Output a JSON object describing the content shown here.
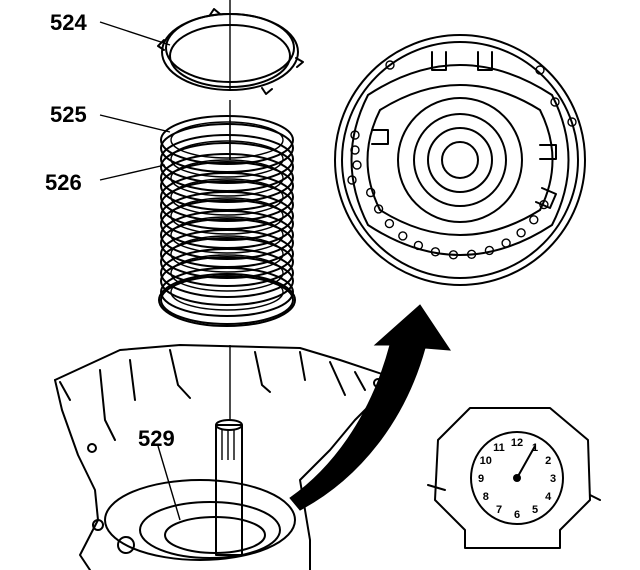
{
  "callouts": {
    "c524": "524",
    "c525": "525",
    "c526": "526",
    "c529": "529"
  },
  "clock_numbers": [
    "12",
    "1",
    "2",
    "3",
    "4",
    "5",
    "6",
    "7",
    "8",
    "9",
    "10",
    "11"
  ],
  "colors": {
    "ink": "#000000",
    "paper": "#ffffff"
  }
}
